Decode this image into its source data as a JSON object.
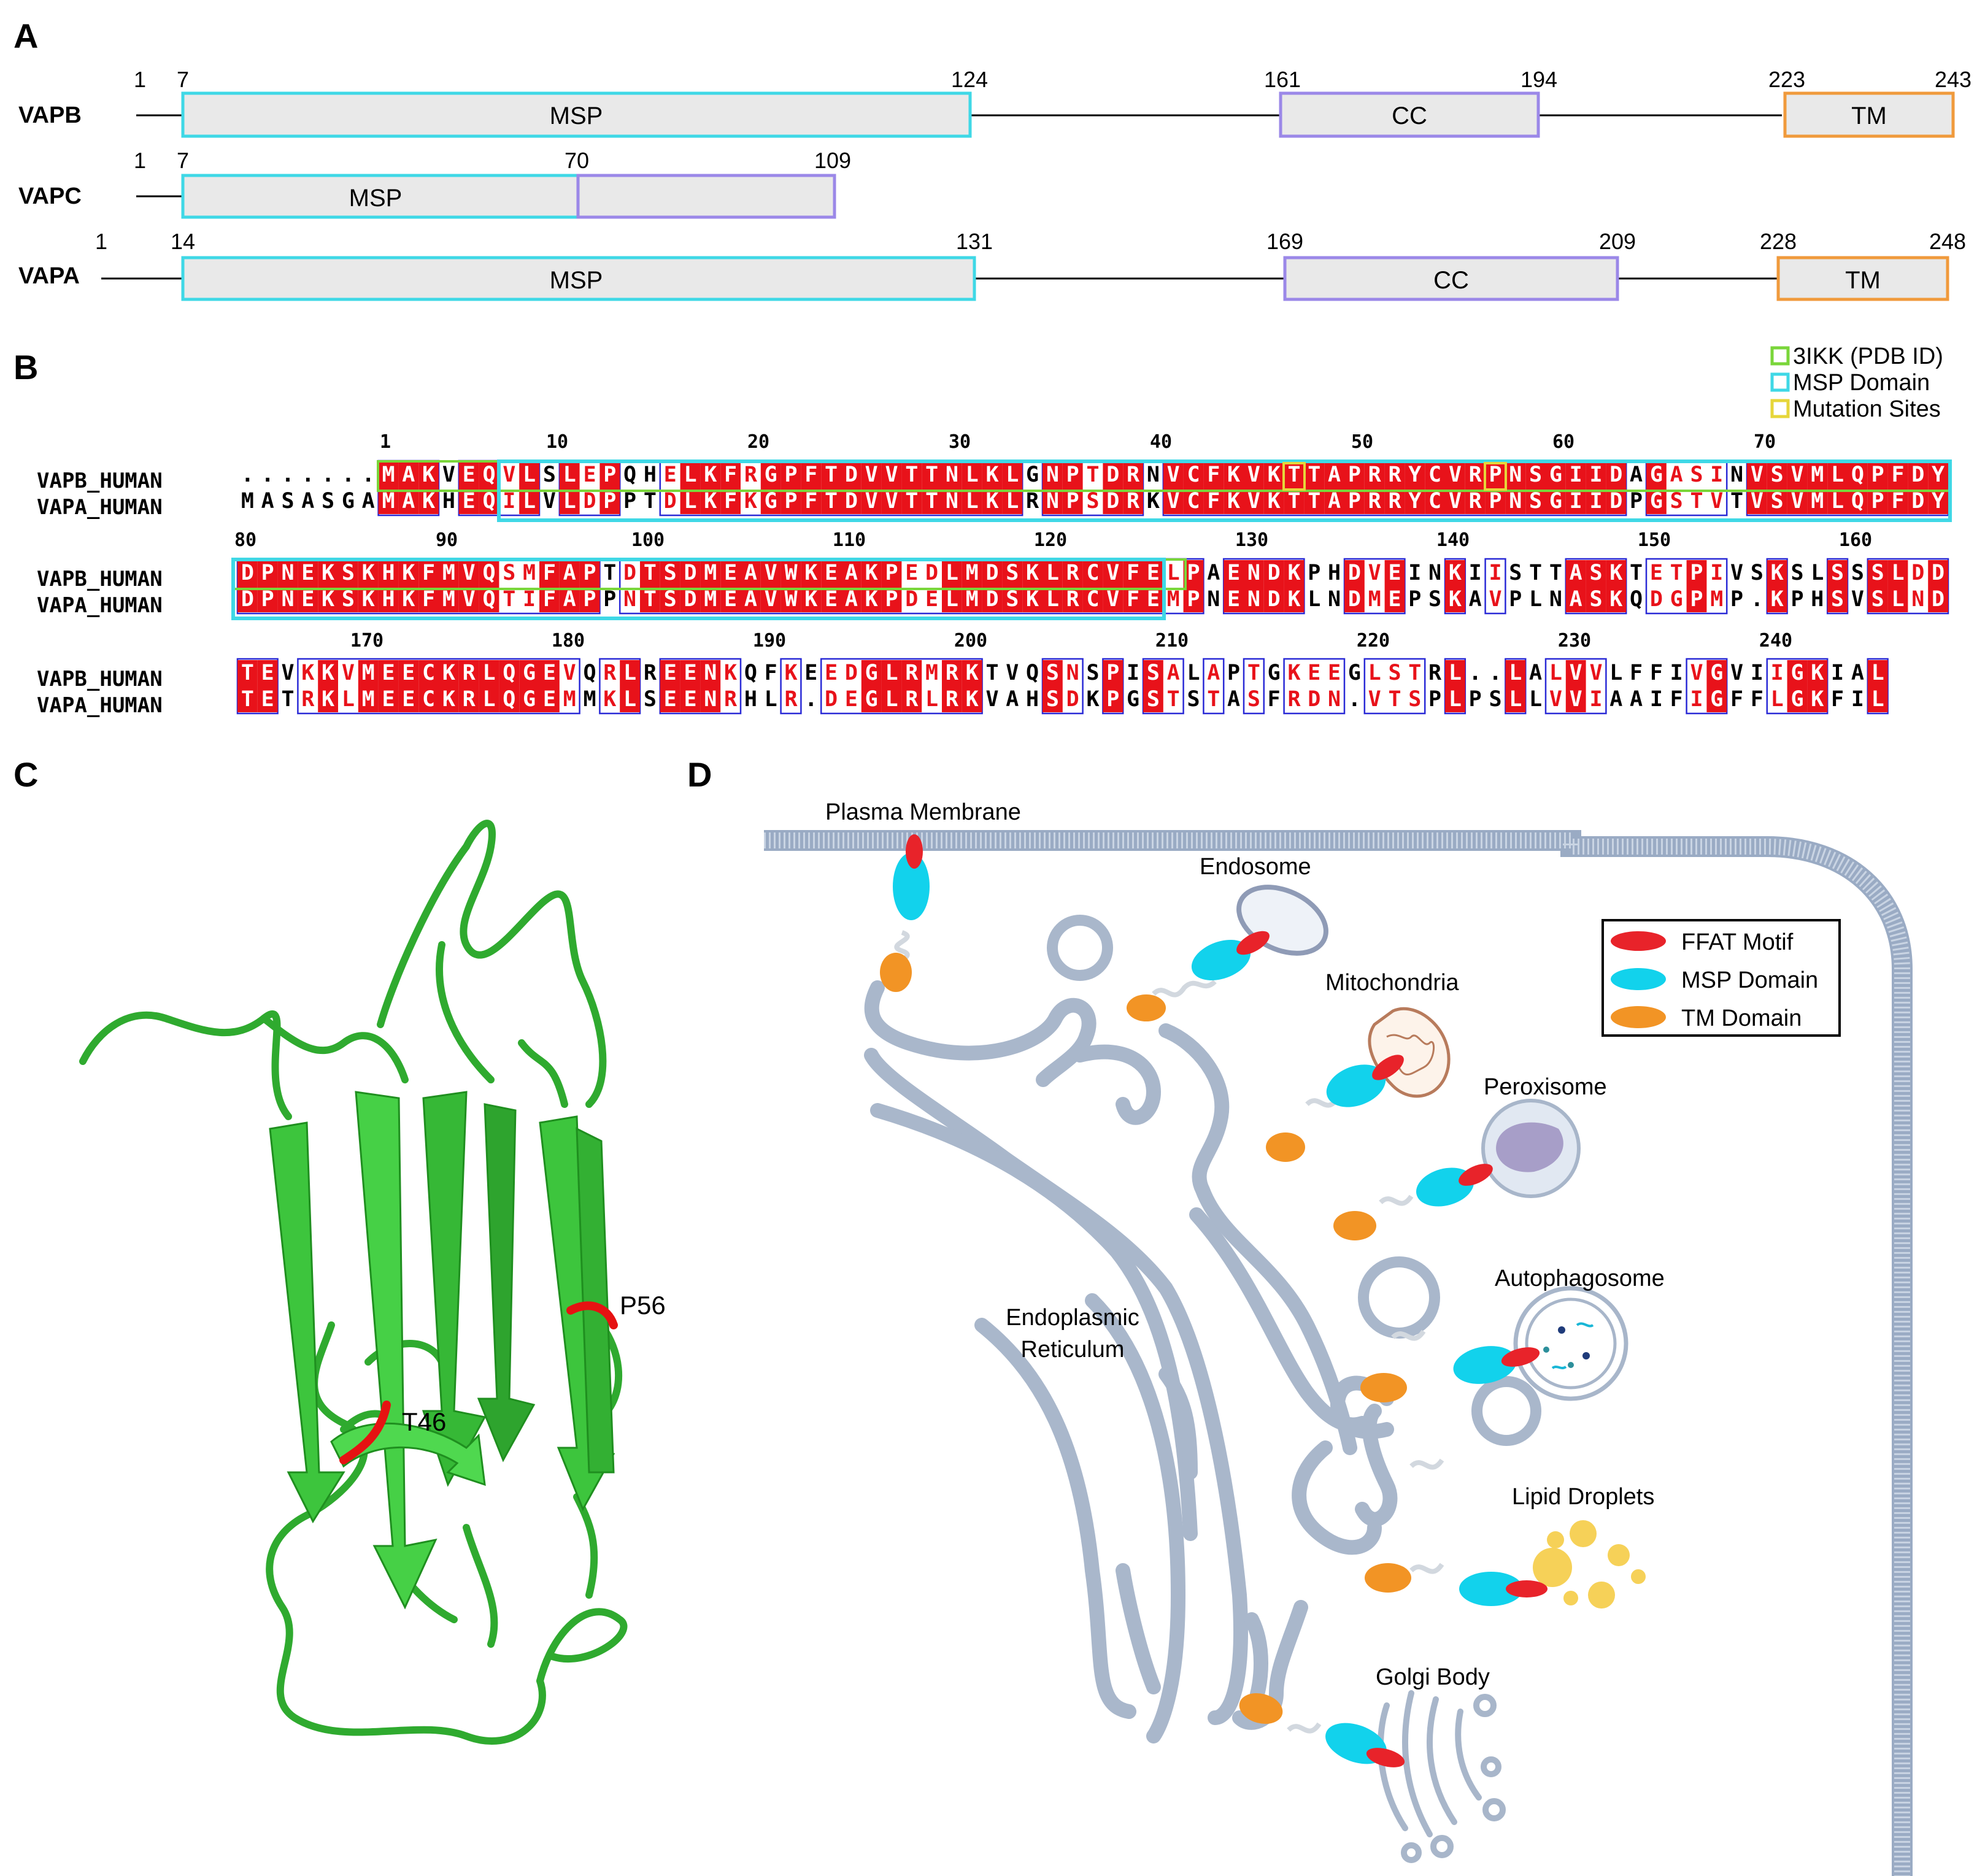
{
  "panels": {
    "a": "A",
    "b": "B",
    "c": "C",
    "d": "D"
  },
  "colors": {
    "msp": "#3fd8e6",
    "cc": "#9b88e8",
    "tm": "#f09a3c",
    "pdb": "#7ad63a",
    "mutation": "#e6d63a",
    "identical": "#e8121a",
    "similar_text": "#e8121a",
    "box_blue": "#2a2ad6",
    "ffat": "#e8232a",
    "msp_oval": "#12d2ec",
    "tm_oval": "#f29425",
    "protein": "#32c032",
    "membrane": "#a7b8cf"
  },
  "panel_a": {
    "proteins": [
      {
        "name": "VAPB",
        "positions": [
          "1",
          "7",
          "124",
          "161",
          "194",
          "223",
          "243"
        ],
        "domains": [
          {
            "label": "MSP",
            "type": "msp"
          },
          {
            "label": "CC",
            "type": "cc"
          },
          {
            "label": "TM",
            "type": "tm"
          }
        ]
      },
      {
        "name": "VAPC",
        "positions": [
          "1",
          "7",
          "70",
          "109"
        ],
        "domains": [
          {
            "label": "MSP",
            "type": "msp"
          },
          {
            "label": "",
            "type": "cc"
          }
        ]
      },
      {
        "name": "VAPA",
        "positions": [
          "1",
          "14",
          "131",
          "169",
          "209",
          "228",
          "248"
        ],
        "domains": [
          {
            "label": "MSP",
            "type": "msp"
          },
          {
            "label": "CC",
            "type": "cc"
          },
          {
            "label": "TM",
            "type": "tm"
          }
        ]
      }
    ]
  },
  "panel_b": {
    "legend": [
      "3IKK (PDB ID)",
      "MSP Domain",
      "Mutation Sites"
    ],
    "blocks": [
      {
        "ruler": [
          "1",
          "10",
          "20",
          "30",
          "40",
          "50",
          "60",
          "70"
        ],
        "rows": [
          {
            "name": "VAPB_HUMAN",
            "seq": ".......MAKVEQVLSLEPQHELKFRGPFTDVVTTNLKLGNPTDRNVCFKVKTTAPRRYCVRPNSGIIDAGASINVSVMLQPFDY"
          },
          {
            "name": "VAPA_HUMAN",
            "seq": "MASASGAMAKHEQILVLDPPTDLKFKGPFTDVVTTNLKLRNPSDRKVCFKVKTTAPRRYCVRPNSGIIDPGSTVTVSVMLQPFDY"
          }
        ]
      },
      {
        "ruler": [
          "80",
          "90",
          "100",
          "110",
          "120",
          "130",
          "140",
          "150",
          "160"
        ],
        "rows": [
          {
            "name": "VAPB_HUMAN",
            "seq": "DPNEKSKHKFMVQSMFAPTDTSDMEAVWKEAKPEDLMDSKLRCVFELPAENDKPHDVEINKIISTTASKTETPIVSKSLSSSLDD"
          },
          {
            "name": "VAPA_HUMAN",
            "seq": "DPNEKSKHKFMVQTIFAPPNTSDMEAVWKEAKPDELMDSKLRCVFEMPNENDKLNDMEPSKAVPLNASKQDGPMP.KPHSVSLND"
          }
        ]
      },
      {
        "ruler": [
          "170",
          "180",
          "190",
          "200",
          "210",
          "220",
          "230",
          "240"
        ],
        "rows": [
          {
            "name": "VAPB_HUMAN",
            "seq": "TEVKKVMEECKRLQGEVQRLREENKQFKEEDGLRMRKTVQSNSPISALAPTGKEEGLSTRL..LALVVLFFIVGVIIGKIAL"
          },
          {
            "name": "VAPA_HUMAN",
            "seq": "TETRKLMEECKRLQGEMMKLSEENRHLR.DEGLRLRKVAHSDKPGSTSTASFRDN.VTSPLPSLLVVIAAIFIGFFLGKFIL"
          }
        ]
      }
    ]
  },
  "panel_c": {
    "labels": [
      "P56",
      "T46"
    ]
  },
  "panel_d": {
    "labels": {
      "plasma_membrane": "Plasma Membrane",
      "endosome": "Endosome",
      "mitochondria": "Mitochondria",
      "peroxisome": "Peroxisome",
      "autophagosome": "Autophagosome",
      "lipid_droplets": "Lipid Droplets",
      "golgi": "Golgi Body",
      "er_line1": "Endoplasmic",
      "er_line2": "Reticulum"
    },
    "legend": [
      "FFAT Motif",
      "MSP Domain",
      "TM Domain"
    ]
  }
}
